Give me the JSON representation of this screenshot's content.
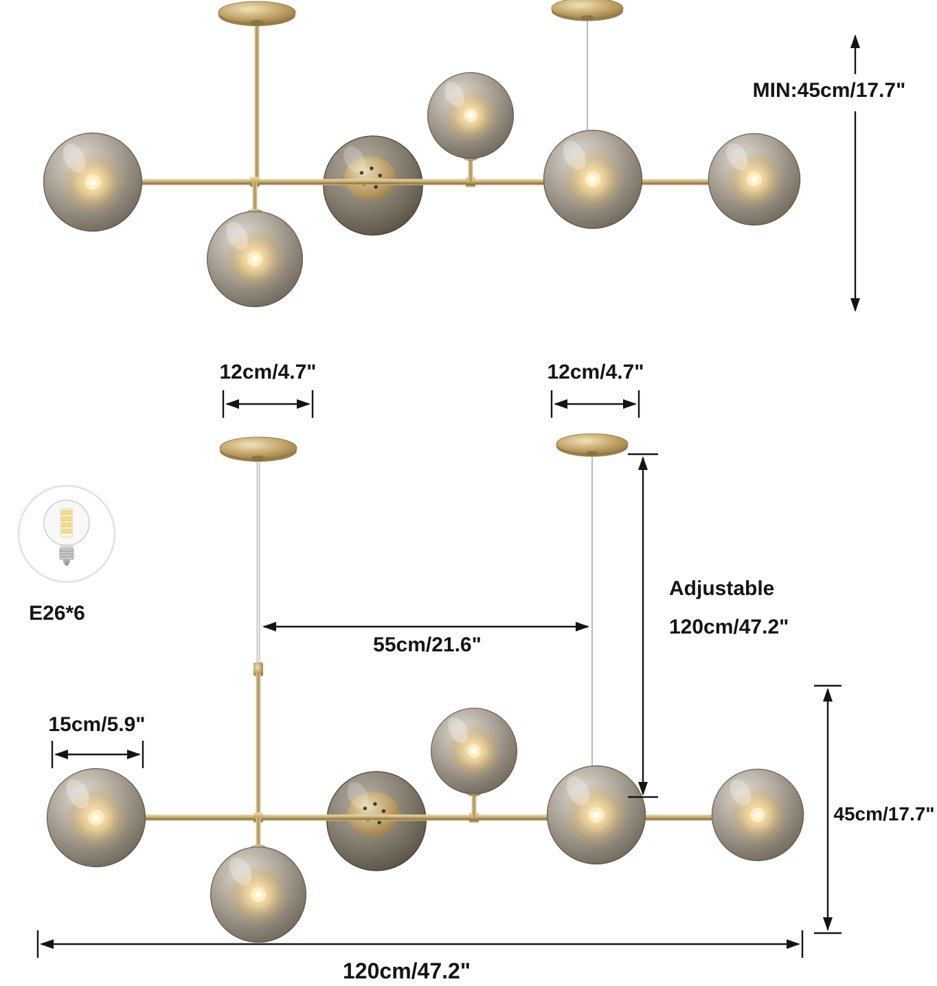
{
  "diagram": {
    "dimensions": {
      "min_height": "MIN:45cm/17.7\"",
      "canopy_left": "12cm/4.7\"",
      "canopy_right": "12cm/4.7\"",
      "bar_span": "55cm/21.6\"",
      "adjustable_line1": "Adjustable",
      "adjustable_line2": "120cm/47.2\"",
      "globe_diameter": "15cm/5.9\"",
      "fixture_height": "45cm/17.7\"",
      "fixture_width": "120cm/47.2\""
    },
    "bulb": {
      "spec": "E26*6"
    },
    "colors": {
      "background": "#ffffff",
      "brass": "#b99c5e",
      "glass_smoke": "#8d8579",
      "bulb_glow": "#f1d391",
      "dimension_lines": "#141414",
      "cable": "#c6c6c6"
    }
  }
}
